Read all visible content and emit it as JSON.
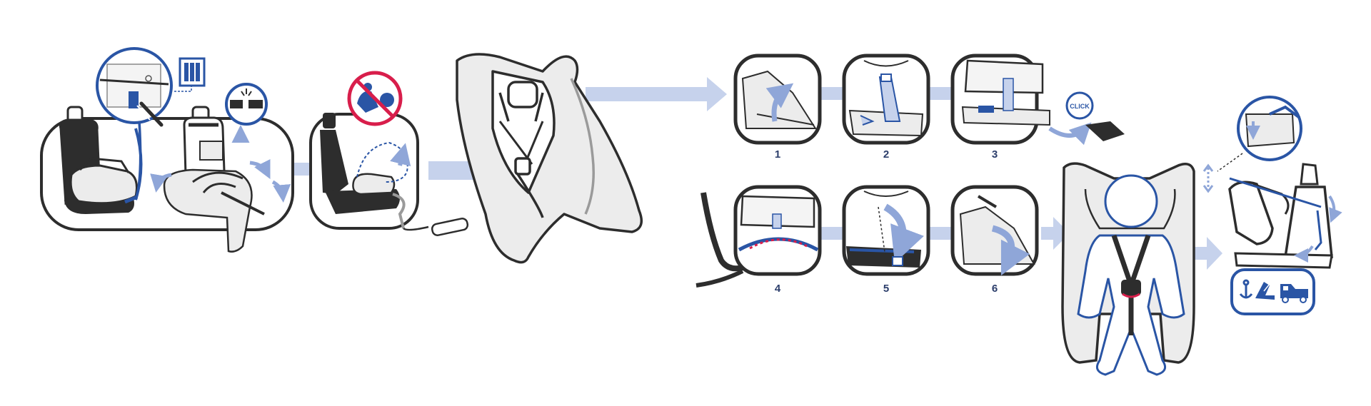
{
  "steps": [
    {
      "number": "1"
    },
    {
      "number": "2"
    },
    {
      "number": "3"
    },
    {
      "number": "4"
    },
    {
      "number": "5"
    },
    {
      "number": "6"
    }
  ],
  "click_badge": "CLICK",
  "colors": {
    "outline": "#2d2d2d",
    "accent_blue": "#2a55a5",
    "arrow_light_blue": "#c6d2ec",
    "seat_gray": "#ececec",
    "warning_red": "#d81e4b"
  },
  "icons": [
    "screwdriver-icon",
    "buckle-icon",
    "no-airbag-icon",
    "anchor-icon",
    "car-seat-icon",
    "vehicle-icon"
  ]
}
